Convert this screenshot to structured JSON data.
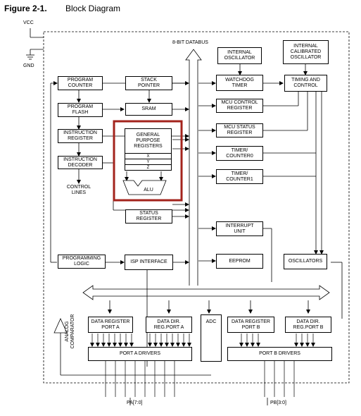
{
  "figure": {
    "label": "Figure 2-1.",
    "title": "Block Diagram"
  },
  "power": {
    "vcc": "VCC",
    "gnd": "GND"
  },
  "databus": "8-BIT DATABUS",
  "blocks": {
    "program_counter": "PROGRAM\nCOUNTER",
    "program_flash": "PROGRAM\nFLASH",
    "instruction_register": "INSTRUCTION\nREGISTER",
    "instruction_decoder": "INSTRUCTION\nDECODER",
    "control_lines": "CONTROL\nLINES",
    "stack_pointer": "STACK\nPOINTER",
    "sram": "SRAM",
    "gpr": "GENERAL\nPURPOSE\nREGISTERS",
    "reg_x": "X",
    "reg_y": "Y",
    "reg_z": "Z",
    "alu": "ALU",
    "status_register": "STATUS\nREGISTER",
    "internal_oscillator": "INTERNAL\nOSCILLATOR",
    "internal_calibrated_oscillator": "INTERNAL\nCALIBRATED\nOSCILLATOR",
    "watchdog_timer": "WATCHDOG\nTIMER",
    "timing_and_control": "TIMING AND\nCONTROL",
    "mcu_control_register": "MCU CONTROL\nREGISTER",
    "mcu_status_register": "MCU STATUS\nREGISTER",
    "timer_counter0": "TIMER/\nCOUNTER0",
    "timer_counter1": "TIMER/\nCOUNTER1",
    "interrupt_unit": "INTERRUPT\nUNIT",
    "programming_logic": "PROGRAMMING\nLOGIC",
    "isp_interface": "ISP INTERFACE",
    "eeprom": "EEPROM",
    "oscillators": "OSCILLATORS",
    "data_register_port_a": "DATA REGISTER\nPORT A",
    "data_dir_reg_port_a": "DATA DIR.\nREG.PORT A",
    "adc": "ADC",
    "data_register_port_b": "DATA REGISTER\nPORT B",
    "data_dir_reg_port_b": "DATA DIR.\nREG.PORT B",
    "port_a_drivers": "PORT A DRIVERS",
    "port_b_drivers": "PORT B DRIVERS",
    "analog_comparator": "ANALOG\nCOMPARATOR",
    "pa_label": "PA[7:0]",
    "pb_label": "PB[3:0]"
  },
  "colors": {
    "highlight": "#a3231c"
  }
}
